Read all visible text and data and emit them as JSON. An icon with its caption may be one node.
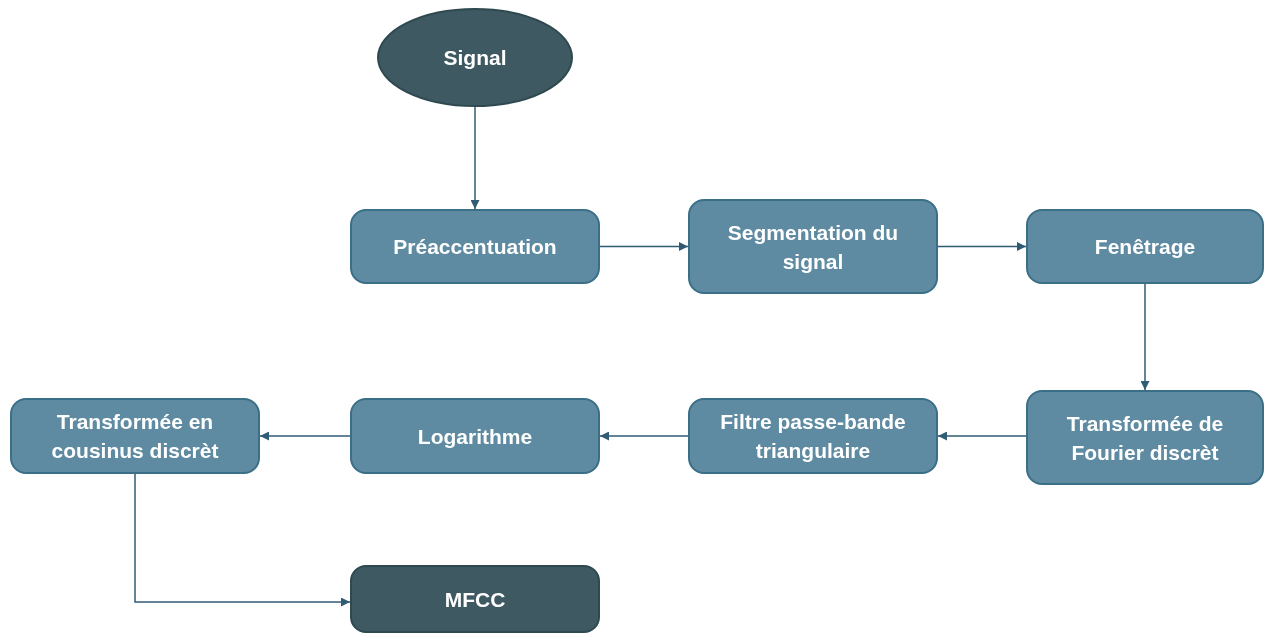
{
  "diagram": {
    "nodes": [
      {
        "text": [
          "Signal"
        ]
      },
      {
        "text": [
          "Préaccentuation"
        ]
      },
      {
        "text": [
          "Segmentation du signal"
        ]
      },
      {
        "text": [
          "Fenêtrage"
        ]
      },
      {
        "text": [
          "Transformée de Fourier discrèt"
        ]
      },
      {
        "text": [
          "Filtre passe-bande triangulaire"
        ]
      },
      {
        "text": [
          "Logarithme"
        ]
      },
      {
        "text": [
          "Transformée en cousinus discrèt"
        ]
      },
      {
        "text": [
          "MFCC"
        ]
      }
    ],
    "edges": [
      {
        "from": 0,
        "to": 1,
        "arrow": "to"
      },
      {
        "from": 1,
        "to": 2,
        "arrow": "to"
      },
      {
        "from": 2,
        "to": 3,
        "arrow": "to"
      },
      {
        "from": 3,
        "to": 4,
        "arrow": "to"
      },
      {
        "from": 4,
        "to": 5,
        "arrow": "to"
      },
      {
        "from": 5,
        "to": 6,
        "arrow": "to"
      },
      {
        "from": 6,
        "to": 7,
        "arrow": "to"
      },
      {
        "from": 7,
        "to": 8,
        "arrow": "to"
      }
    ]
  }
}
